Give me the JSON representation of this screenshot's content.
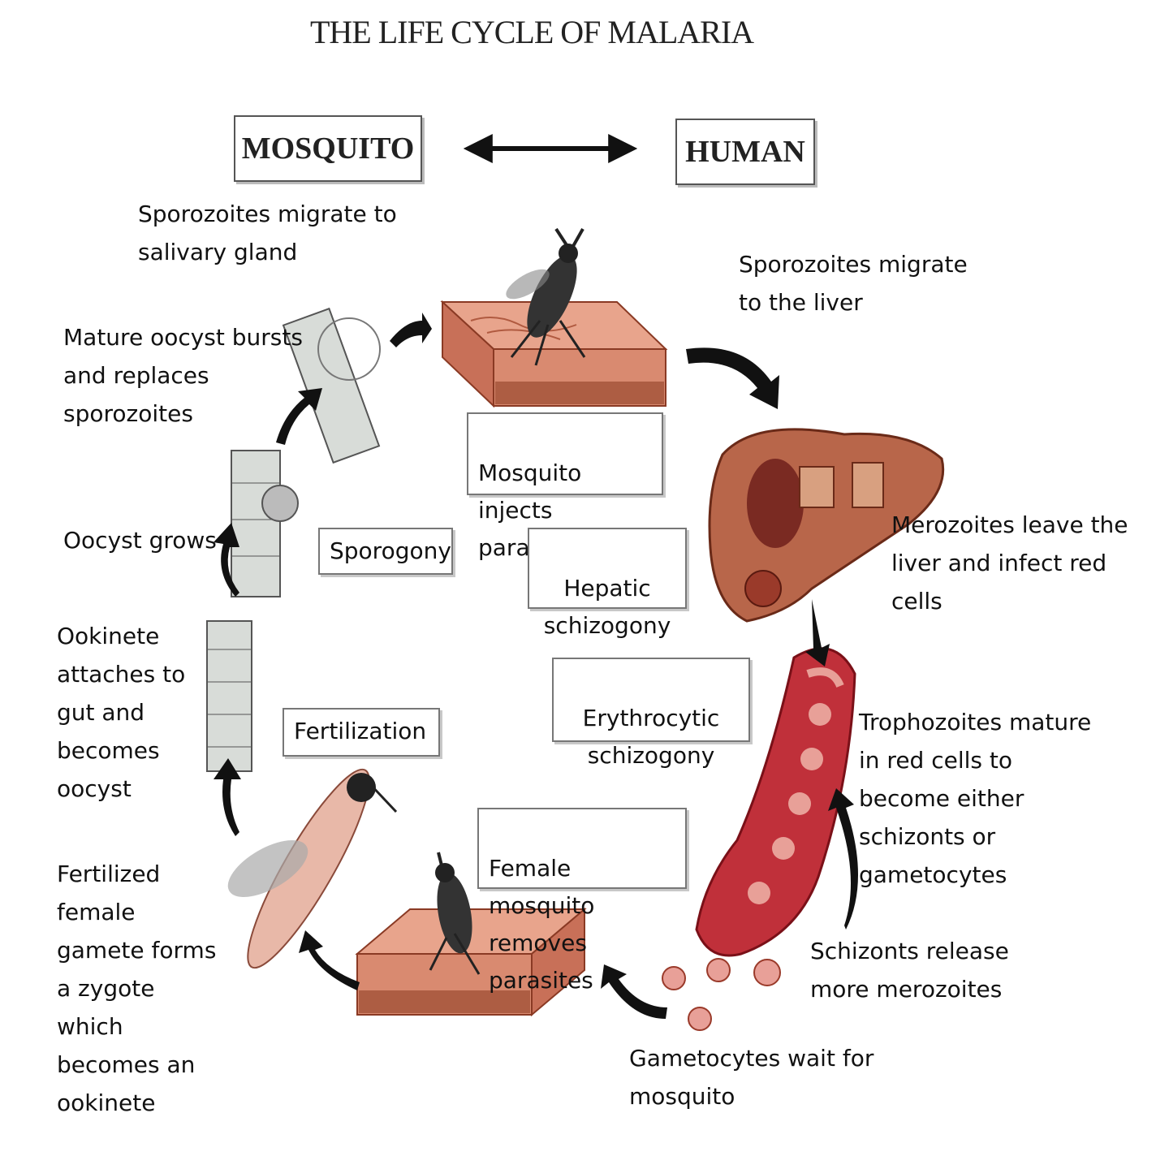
{
  "title": "THE LIFE CYCLE OF MALARIA",
  "hosts": {
    "mosquito": "MOSQUITO",
    "human": "HUMAN"
  },
  "stages": {
    "mosquito_injects": "Mosquito injects\nparasites",
    "sporogony": "Sporogony",
    "hepatic": "Hepatic\nschizogony",
    "erythrocytic": "Erythrocytic\nschizogony",
    "fertilization": "Fertilization",
    "female_mosquito": "Female mosquito\nremoves parasites"
  },
  "labels": {
    "salivary": "Sporozoites migrate to\nsalivary gland",
    "liver": "Sporozoites migrate\nto the liver",
    "oocyst_bursts": "Mature oocyst bursts\nand replaces\nsporozoites",
    "merozoites_leave": "Merozoites leave the\nliver and infect red\ncells",
    "oocyst_grows": "Oocyst grows",
    "ookinete": "Ookinete\nattaches to\ngut and\nbecomes\noocyst",
    "trophozoites": "Trophozoites mature\nin red cells to\nbecome either\nschizonts or\ngametocytes",
    "fertilized": "Fertilized\nfemale\ngamete forms\na zygote\nwhich\nbecomes an\nookinete",
    "schizonts": "Schizonts release\nmore merozoites",
    "gametocytes": "Gametocytes wait for\nmosquito"
  },
  "colors": {
    "skin": "#d98a70",
    "skin_dark": "#8a3a24",
    "liver": "#b8664a",
    "vessel": "#c0303a",
    "vessel_light": "#e8a098",
    "arrow": "#111111",
    "gut_cell": "#d8dcd8"
  },
  "icons": [
    "mosquito-icon",
    "skin-block-icon",
    "liver-icon",
    "blood-vessel-icon",
    "gut-cells-icon",
    "red-cell-icon",
    "cycle-arrow-icon"
  ]
}
